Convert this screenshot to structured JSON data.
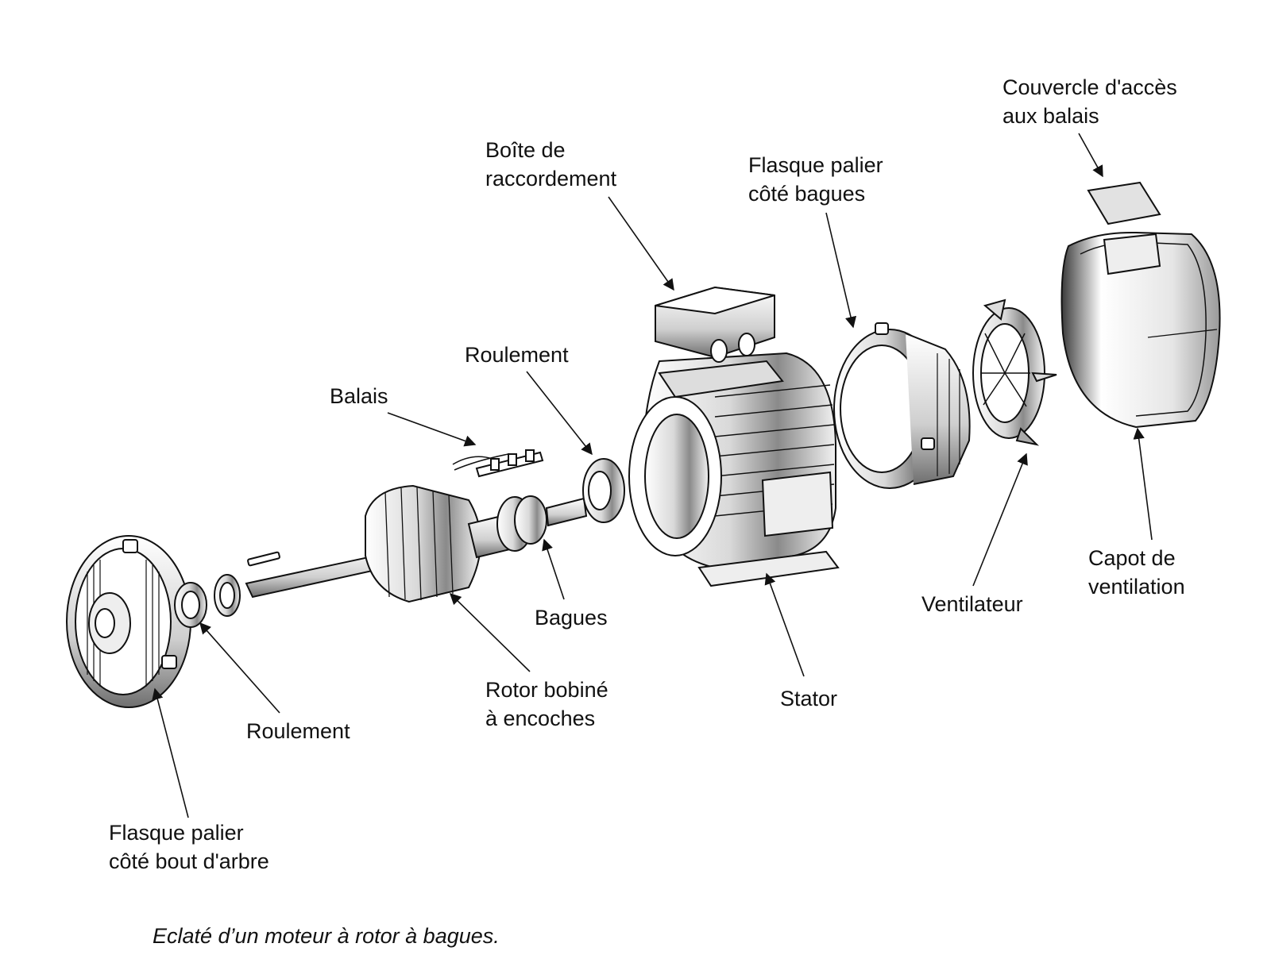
{
  "labels": {
    "couvercle": [
      "Couvercle d'accès",
      "aux balais"
    ],
    "boite": [
      "Boîte de",
      "raccordement"
    ],
    "flasque_bagues": [
      "Flasque palier",
      "côté bagues"
    ],
    "roulement_top": "Roulement",
    "balais": "Balais",
    "bagues": "Bagues",
    "rotor": [
      "Rotor bobiné",
      "à encoches"
    ],
    "stator": "Stator",
    "ventilateur": "Ventilateur",
    "capot": [
      "Capot de",
      "ventilation"
    ],
    "roulement_bottom": "Roulement",
    "flasque_arbre": [
      "Flasque palier",
      "côté bout d'arbre"
    ]
  },
  "caption": "Eclaté d’un moteur à rotor à bagues."
}
